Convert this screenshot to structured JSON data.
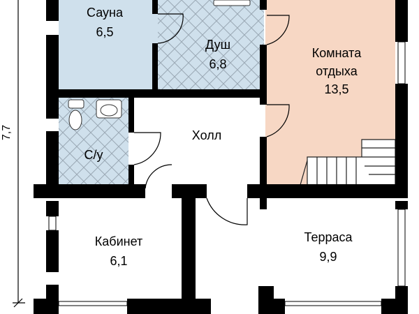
{
  "rooms": {
    "sauna": {
      "name": "Сауна",
      "area": "6,5",
      "fill": "#cfe0ec"
    },
    "shower": {
      "name": "Душ",
      "area": "6,8",
      "fill": "#cfe0ec"
    },
    "lounge": {
      "name_line1": "Комната",
      "name_line2": "отдыха",
      "area": "13,5",
      "fill": "#f7d7c4"
    },
    "wc": {
      "name": "С/у",
      "fill": "#cfe0ec"
    },
    "hall": {
      "name": "Холл"
    },
    "office": {
      "name": "Кабинет",
      "area": "6,1"
    },
    "terrace": {
      "name": "Терраса",
      "area": "9,9"
    }
  },
  "dimension": {
    "label": "7,7"
  },
  "colors": {
    "wall": "#000000",
    "tile_line": "#9aa8b4",
    "background": "#ffffff"
  }
}
